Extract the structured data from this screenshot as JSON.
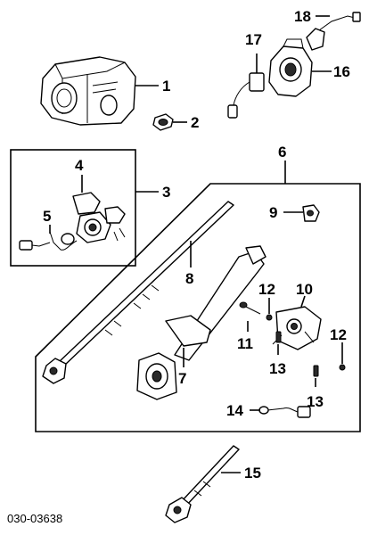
{
  "diagram": {
    "code": "030-03638",
    "callouts": {
      "c1": "1",
      "c2": "2",
      "c3": "3",
      "c4": "4",
      "c5": "5",
      "c6": "6",
      "c7": "7",
      "c8": "8",
      "c9": "9",
      "c10": "10",
      "c11": "11",
      "c12a": "12",
      "c12b": "12",
      "c13a": "13",
      "c13b": "13",
      "c14": "14",
      "c15": "15",
      "c16": "16",
      "c17": "17",
      "c18": "18"
    }
  }
}
